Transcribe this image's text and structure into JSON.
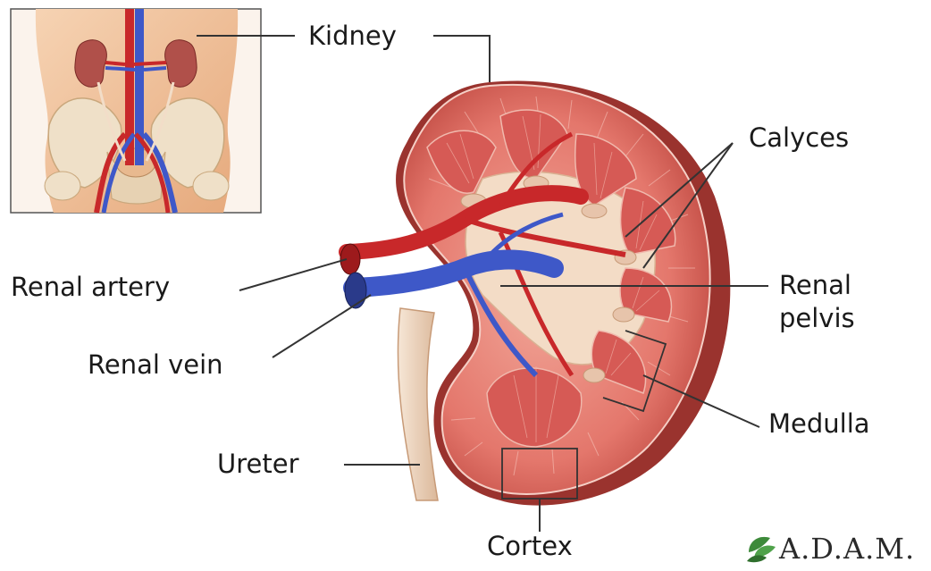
{
  "labels": {
    "kidney": "Kidney",
    "calyces": "Calyces",
    "renal_artery": "Renal artery",
    "renal_pelvis_line1": "Renal",
    "renal_pelvis_line2": "pelvis",
    "renal_vein": "Renal vein",
    "medulla": "Medulla",
    "ureter": "Ureter",
    "cortex": "Cortex"
  },
  "logo": {
    "text": "A.D.A.M."
  },
  "colors": {
    "skin": "#f0c29c",
    "cortex": "#e8867a",
    "medulla": "#d65a55",
    "capsule": "#a63a34",
    "pelvis": "#f3dcc6",
    "artery": "#c8282a",
    "vein": "#3e58c8",
    "ureter": "#f2ddc8",
    "logo_leaf": "#3d8a3a"
  }
}
